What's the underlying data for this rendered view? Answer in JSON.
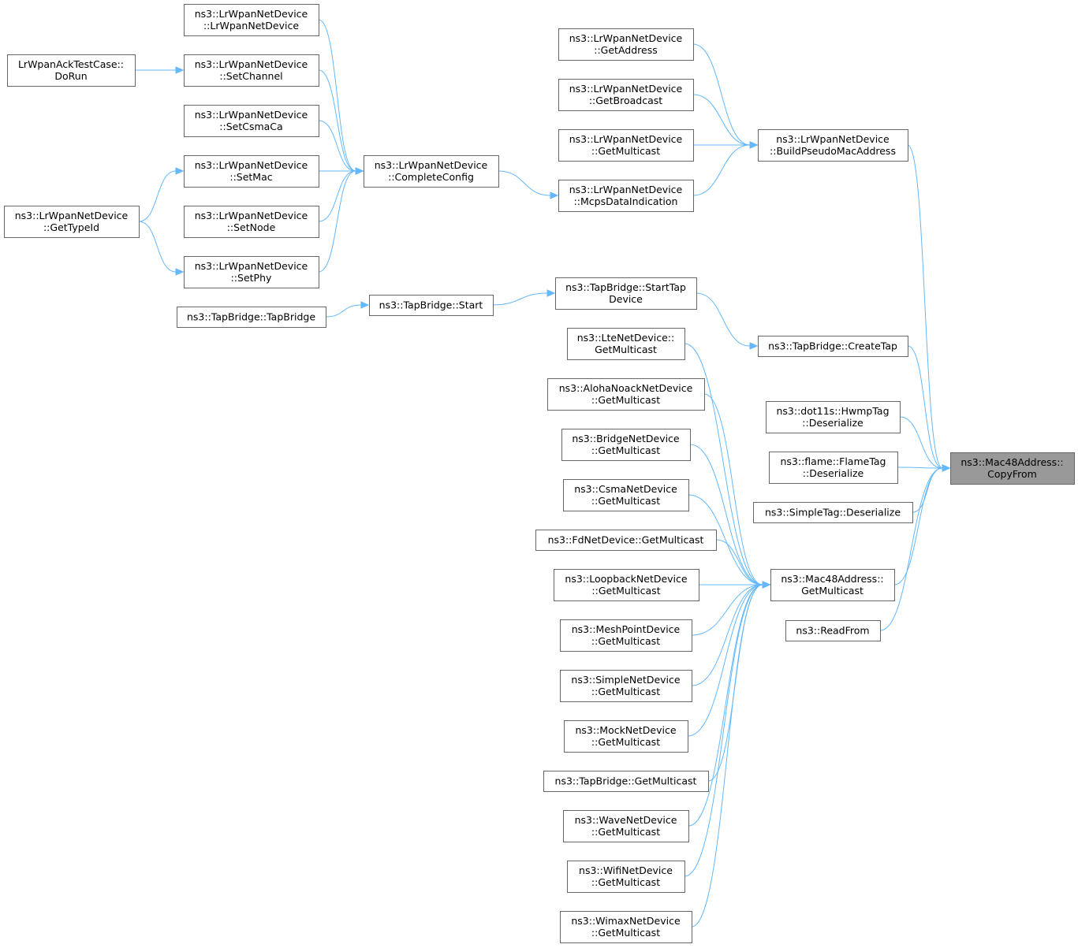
{
  "graph": {
    "edge_color": "#63b8ff",
    "focus_fill": "#999999",
    "node_border": "#666666",
    "nodes": {
      "copyfrom": [
        "ns3::Mac48Address::",
        "CopyFrom"
      ],
      "build": [
        "ns3::LrWpanNetDevice",
        "::BuildPseudoMacAddress"
      ],
      "getaddress": [
        "ns3::LrWpanNetDevice",
        "::GetAddress"
      ],
      "getbroadcast": [
        "ns3::LrWpanNetDevice",
        "::GetBroadcast"
      ],
      "lrgetmulticast": [
        "ns3::LrWpanNetDevice",
        "::GetMulticast"
      ],
      "mcps": [
        "ns3::LrWpanNetDevice",
        "::McpsDataIndication"
      ],
      "complete": [
        "ns3::LrWpanNetDevice",
        "::CompleteConfig"
      ],
      "ctor": [
        "ns3::LrWpanNetDevice",
        "::LrWpanNetDevice"
      ],
      "setchannel": [
        "ns3::LrWpanNetDevice",
        "::SetChannel"
      ],
      "setcsma": [
        "ns3::LrWpanNetDevice",
        "::SetCsmaCa"
      ],
      "setmac": [
        "ns3::LrWpanNetDevice",
        "::SetMac"
      ],
      "setnode": [
        "ns3::LrWpanNetDevice",
        "::SetNode"
      ],
      "setphy": [
        "ns3::LrWpanNetDevice",
        "::SetPhy"
      ],
      "acktest": [
        "LrWpanAckTestCase::",
        "DoRun"
      ],
      "typeid": [
        "ns3::LrWpanNetDevice",
        "::GetTypeId"
      ],
      "tbctor": [
        "ns3::TapBridge::TapBridge"
      ],
      "tbstart": [
        "ns3::TapBridge::Start"
      ],
      "starttap": [
        "ns3::TapBridge::StartTap",
        "Device"
      ],
      "createtap": [
        "ns3::TapBridge::CreateTap"
      ],
      "hwmp": [
        "ns3::dot11s::HwmpTag",
        "::Deserialize"
      ],
      "flame": [
        "ns3::flame::FlameTag",
        "::Deserialize"
      ],
      "simpletag": [
        "ns3::SimpleTag::Deserialize"
      ],
      "m48multicast": [
        "ns3::Mac48Address::",
        "GetMulticast"
      ],
      "readfrom": [
        "ns3::ReadFrom"
      ],
      "lte": [
        "ns3::LteNetDevice::",
        "GetMulticast"
      ],
      "aloha": [
        "ns3::AlohaNoackNetDevice",
        "::GetMulticast"
      ],
      "bridge": [
        "ns3::BridgeNetDevice",
        "::GetMulticast"
      ],
      "csma": [
        "ns3::CsmaNetDevice",
        "::GetMulticast"
      ],
      "fd": [
        "ns3::FdNetDevice::GetMulticast"
      ],
      "loopback": [
        "ns3::LoopbackNetDevice",
        "::GetMulticast"
      ],
      "meshpoint": [
        "ns3::MeshPointDevice",
        "::GetMulticast"
      ],
      "simplenet": [
        "ns3::SimpleNetDevice",
        "::GetMulticast"
      ],
      "mock": [
        "ns3::MockNetDevice",
        "::GetMulticast"
      ],
      "tbmulticast": [
        "ns3::TapBridge::GetMulticast"
      ],
      "wave": [
        "ns3::WaveNetDevice",
        "::GetMulticast"
      ],
      "wifi": [
        "ns3::WifiNetDevice",
        "::GetMulticast"
      ],
      "wimax": [
        "ns3::WimaxNetDevice",
        "::GetMulticast"
      ]
    },
    "edges": [
      [
        "build",
        "copyfrom"
      ],
      [
        "getaddress",
        "build"
      ],
      [
        "getbroadcast",
        "build"
      ],
      [
        "lrgetmulticast",
        "build"
      ],
      [
        "mcps",
        "build"
      ],
      [
        "complete",
        "mcps"
      ],
      [
        "ctor",
        "complete"
      ],
      [
        "setchannel",
        "complete"
      ],
      [
        "setcsma",
        "complete"
      ],
      [
        "setmac",
        "complete"
      ],
      [
        "setnode",
        "complete"
      ],
      [
        "setphy",
        "complete"
      ],
      [
        "acktest",
        "setchannel"
      ],
      [
        "typeid",
        "setmac"
      ],
      [
        "typeid",
        "setphy"
      ],
      [
        "tbctor",
        "tbstart"
      ],
      [
        "tbstart",
        "starttap"
      ],
      [
        "starttap",
        "createtap"
      ],
      [
        "createtap",
        "copyfrom"
      ],
      [
        "hwmp",
        "copyfrom"
      ],
      [
        "flame",
        "copyfrom"
      ],
      [
        "simpletag",
        "copyfrom"
      ],
      [
        "m48multicast",
        "copyfrom"
      ],
      [
        "readfrom",
        "copyfrom"
      ],
      [
        "lte",
        "m48multicast"
      ],
      [
        "aloha",
        "m48multicast"
      ],
      [
        "bridge",
        "m48multicast"
      ],
      [
        "csma",
        "m48multicast"
      ],
      [
        "fd",
        "m48multicast"
      ],
      [
        "loopback",
        "m48multicast"
      ],
      [
        "meshpoint",
        "m48multicast"
      ],
      [
        "simplenet",
        "m48multicast"
      ],
      [
        "mock",
        "m48multicast"
      ],
      [
        "tbmulticast",
        "m48multicast"
      ],
      [
        "wave",
        "m48multicast"
      ],
      [
        "wifi",
        "m48multicast"
      ],
      [
        "wimax",
        "m48multicast"
      ]
    ]
  }
}
